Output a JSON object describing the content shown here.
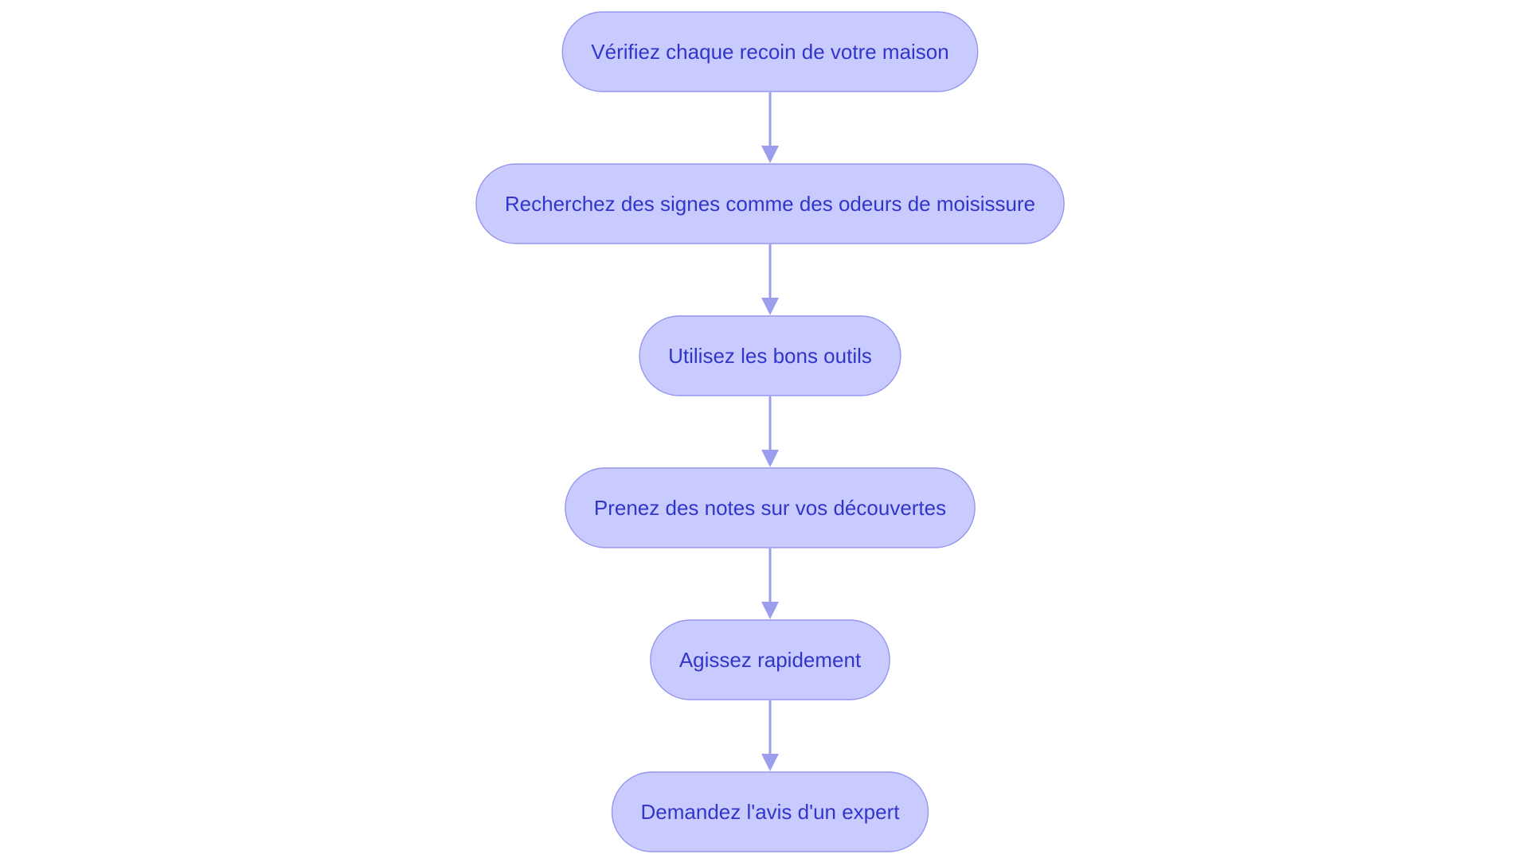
{
  "diagram": {
    "type": "flowchart",
    "direction": "top-to-bottom",
    "colors": {
      "node_fill": "#c9cbff",
      "node_stroke": "#9696ee",
      "text": "#3236c8",
      "edge": "#9b9ded",
      "background": "#ffffff"
    },
    "nodes": [
      {
        "id": "n1",
        "label": "Vérifiez chaque recoin de votre maison"
      },
      {
        "id": "n2",
        "label": "Recherchez des signes comme des odeurs de moisissure"
      },
      {
        "id": "n3",
        "label": "Utilisez les bons outils"
      },
      {
        "id": "n4",
        "label": "Prenez des notes sur vos découvertes"
      },
      {
        "id": "n5",
        "label": "Agissez rapidement"
      },
      {
        "id": "n6",
        "label": "Demandez l'avis d'un expert"
      }
    ],
    "edges": [
      {
        "from": "n1",
        "to": "n2"
      },
      {
        "from": "n2",
        "to": "n3"
      },
      {
        "from": "n3",
        "to": "n4"
      },
      {
        "from": "n4",
        "to": "n5"
      },
      {
        "from": "n5",
        "to": "n6"
      }
    ]
  }
}
